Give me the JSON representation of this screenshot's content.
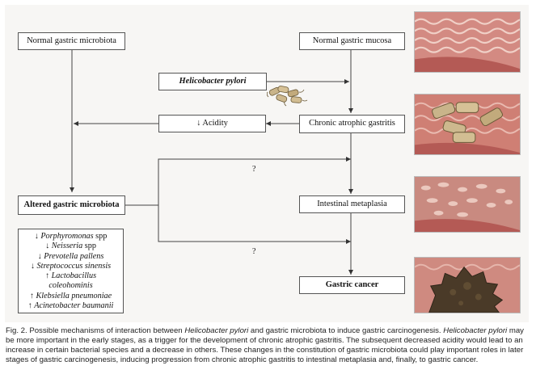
{
  "boxes": {
    "normal_microbiota": "Normal gastric microbiota",
    "normal_mucosa": "Normal gastric mucosa",
    "h_pylori": "Helicobacter pylori",
    "acidity": "↓ Acidity",
    "chronic_gastritis": "Chronic atrophic gastritis",
    "altered_microbiota": "Altered gastric microbiota",
    "intestinal_metaplasia": "Intestinal metaplasia",
    "gastric_cancer": "Gastric cancer"
  },
  "question_marks": [
    "?",
    "?"
  ],
  "species": [
    {
      "arrow": "↓",
      "name": "Porphyromonas",
      "suffix": " spp"
    },
    {
      "arrow": "↓",
      "name": "Neisseria",
      "suffix": " spp"
    },
    {
      "arrow": "↓",
      "name": "Prevotella pallens",
      "suffix": ""
    },
    {
      "arrow": "↓",
      "name": "Streptococcus sinensis",
      "suffix": ""
    },
    {
      "arrow": "↑",
      "name": "Lactobacillus",
      "suffix": ""
    },
    {
      "arrow": "",
      "name": "coleohominis",
      "suffix": ""
    },
    {
      "arrow": "↑",
      "name": "Klebsiella pneumoniae",
      "suffix": ""
    },
    {
      "arrow": "↑",
      "name": "Acinetobacter baumanii",
      "suffix": ""
    }
  ],
  "caption": {
    "p1": "Fig. 2. Possible mechanisms of interaction between ",
    "i1": "Helicobacter pylori",
    "p2": " and gastric microbiota to induce gastric carcinogenesis. ",
    "i2": "Helicobacter pylori",
    "p3": " may be more important in the early stages, as a trigger for the development of chronic atrophic gastritis. The subsequent decreased acidity would lead to an increase in certain bacterial species and a decrease in others. These changes in the constitution of gastric microbiota could play important roles in later stages of gastric carcinogenesis, inducing progression from chronic atrophic gastritis to intestinal metaplasia and, finally, to gastric cancer."
  },
  "colors": {
    "mucosa_base": "#d9938a",
    "mucosa_fold": "#f4d8cf",
    "bacteria": "#c9b48a",
    "tumor": "#4a3a28"
  }
}
